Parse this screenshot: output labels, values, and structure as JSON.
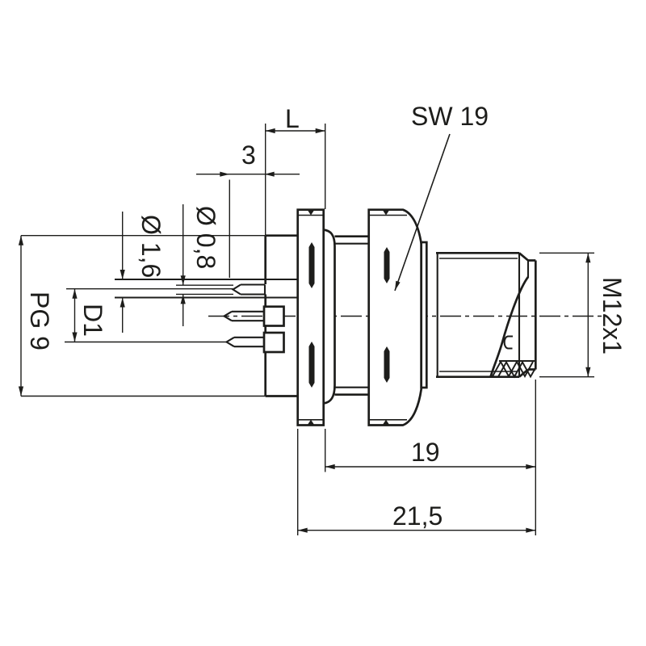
{
  "drawing": {
    "type": "technical-dimension-drawing",
    "subject": "M12 panel-mount connector, side section view",
    "background_color": "#ffffff",
    "line_color": "#1d1d1b",
    "labels": {
      "length_l": "L",
      "pin_protrusion": "3",
      "hex_width": "SW 19",
      "pin_dia_small": "Ø 0,8",
      "pin_dia_large": "Ø 1,6",
      "pitch_circle": "D1",
      "rear_thread": "PG 9",
      "front_thread": "M12x1",
      "thread_length": "19",
      "total_length": "21,5"
    }
  }
}
